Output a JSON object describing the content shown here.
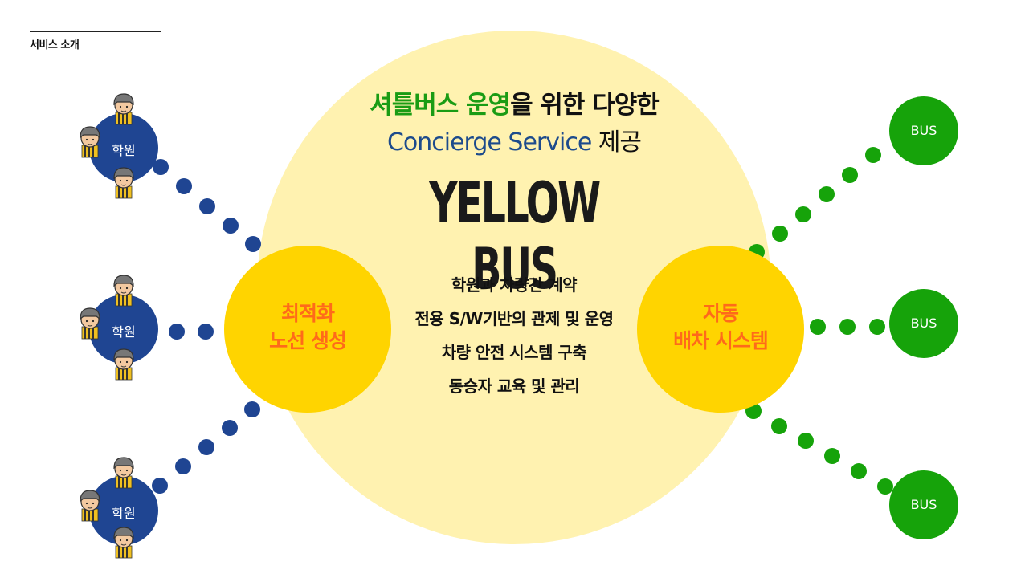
{
  "section_title": "서비스 소개",
  "headline": {
    "line1_highlight": "셔틀버스 운영",
    "line1_rest": "을 위한 다양한",
    "line2_highlight": "Concierge Service",
    "line2_rest": " 제공"
  },
  "brand": "YELLOW BUS",
  "services": [
    "학원과 차량간 계약",
    "전용 S/W기반의 관제 및 운영",
    "차량 안전 시스템 구축",
    "동승자 교육 및 관리"
  ],
  "left_hub": {
    "line1": "최적화",
    "line2": "노선 생성"
  },
  "right_hub": {
    "line1": "자동",
    "line2": "배차 시스템"
  },
  "academies": [
    {
      "label": "학원"
    },
    {
      "label": "학원"
    },
    {
      "label": "학원"
    }
  ],
  "buses": [
    {
      "label": "BUS"
    },
    {
      "label": "BUS"
    },
    {
      "label": "BUS"
    }
  ],
  "colors": {
    "big_circle": "#fff2b0",
    "hub": "#ffd400",
    "hub_text": "#ff6a1a",
    "academy": "#1f4592",
    "bus": "#16a30a",
    "green_text": "#1a9c14",
    "blue_text": "#1d4b8c"
  },
  "icons": [
    "person-icon"
  ]
}
